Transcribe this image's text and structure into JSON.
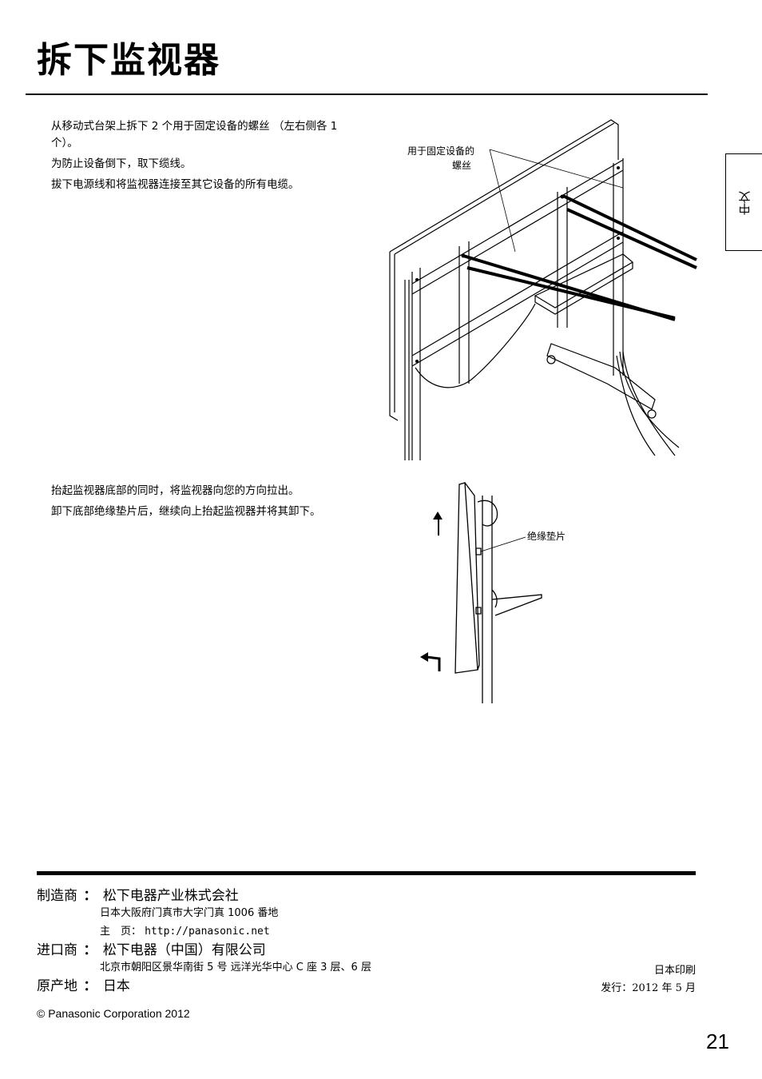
{
  "title": "拆下监视器",
  "lang_tab": "中文",
  "step1": {
    "lines": [
      "从移动式台架上拆下 2 个用于固定设备的螺丝  （左右侧各 1 个）。",
      "为防止设备倒下，取下缆线。",
      "拔下电源线和将监视器连接至其它设备的所有电缆。"
    ],
    "figure_callout_line1": "用于固定设备的",
    "figure_callout_line2": "螺丝"
  },
  "step2": {
    "lines": [
      "抬起监视器底部的同时，将监视器向您的方向拉出。",
      "卸下底部绝缘垫片后，继续向上抬起监视器并将其卸下。"
    ],
    "figure_callout": "绝缘垫片"
  },
  "footer": {
    "manufacturer_label": "制造商",
    "manufacturer_name": "松下电器产业株式会社",
    "manufacturer_address": "日本大阪府门真市大字门真 1006 番地",
    "homepage_label": "主　页：",
    "homepage_url": "http://panasonic.net",
    "importer_label": "进口商",
    "importer_name": "松下电器（中国）有限公司",
    "importer_address": "北京市朝阳区景华南街 5 号 远洋光华中心 C 座 3 层、6 层",
    "origin_label": "原产地",
    "origin_value": "日本",
    "colon": "：",
    "printed_in": "日本印刷",
    "issue_date": "发行：2012 年 5 月",
    "copyright": "© Panasonic Corporation 2012"
  },
  "page_number": "21"
}
